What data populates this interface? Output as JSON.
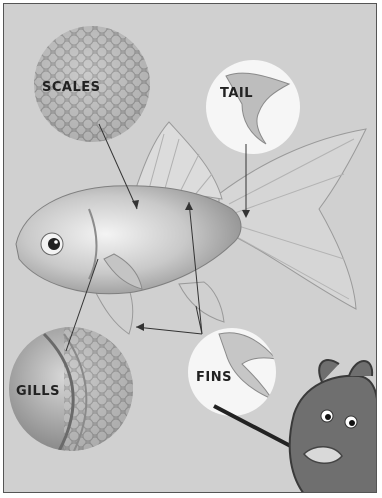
{
  "labels": {
    "scales": "SCALES",
    "tail": "TAIL",
    "gills": "GILLS",
    "fins": "FINS"
  },
  "colors": {
    "background": "#d0d0d0",
    "pointer_line": "#333333",
    "mascot": "#6f6f6f"
  }
}
